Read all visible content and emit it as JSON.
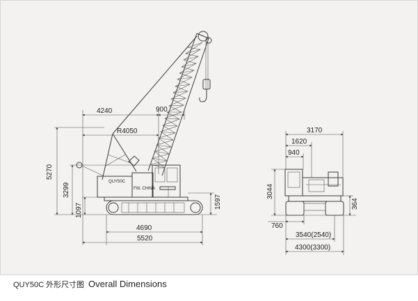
{
  "side_view": {
    "dimensions": {
      "boom_reach": "4240",
      "boom_foot_offset": "900",
      "tail_radius": "R4050",
      "overall_height": "5270",
      "cab_height": "3299",
      "counterweight_clearance": "1097",
      "crawler_height": "1597",
      "track_length": "4690",
      "overall_length": "5520"
    },
    "body_label_1": "QUY50C",
    "body_label_2": "FW, CHINA"
  },
  "front_view": {
    "dimensions": {
      "overall_width": "3170",
      "cab_offset": "1620",
      "cab_width": "940",
      "height": "3044",
      "ground_clearance": "364",
      "shoe_width": "760",
      "track_gauge": "3540(2540)",
      "track_width": "4300(3300)"
    }
  },
  "caption": {
    "model": "QUY50C",
    "chinese_title": "外形尺寸图",
    "english_title": "Overall Dimensions"
  }
}
